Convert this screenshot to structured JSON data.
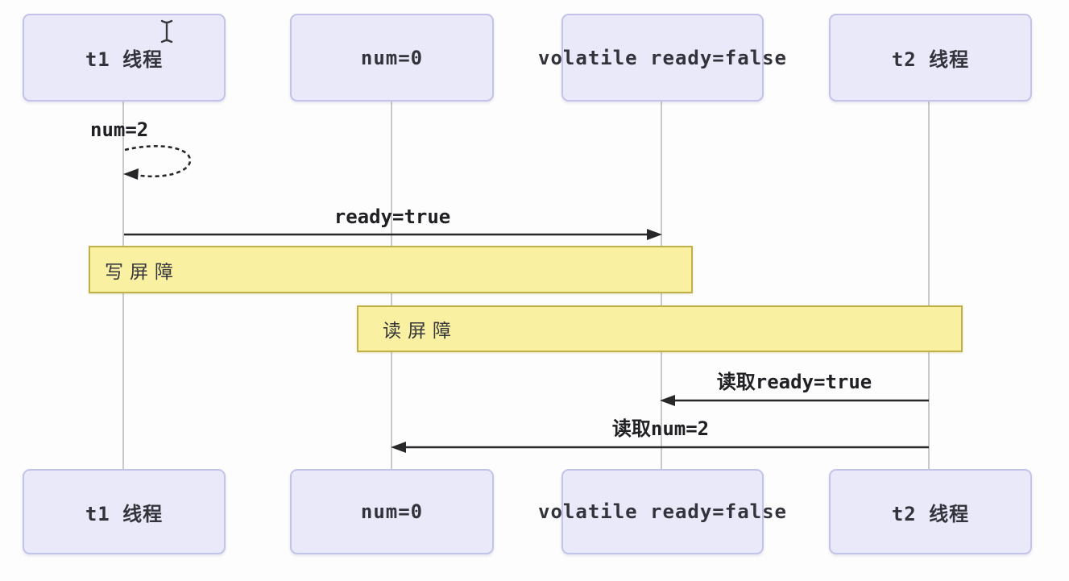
{
  "diagram": {
    "type": "sequence",
    "participants": [
      {
        "id": "t1",
        "label": "t1 线程"
      },
      {
        "id": "num",
        "label": "num=0"
      },
      {
        "id": "ready",
        "label": "volatile ready=false"
      },
      {
        "id": "t2",
        "label": "t2 线程"
      }
    ],
    "self_message": {
      "from": "t1",
      "label": "num=2",
      "style": "dashed-loop"
    },
    "messages": [
      {
        "from": "t1",
        "to": "ready",
        "label": "ready=true",
        "direction": "right",
        "style": "solid"
      },
      {
        "from": "t2",
        "to": "ready",
        "label": "读取ready=true",
        "direction": "left",
        "style": "solid"
      },
      {
        "from": "t2",
        "to": "num",
        "label": "读取num=2",
        "direction": "left",
        "style": "solid"
      }
    ],
    "barriers": [
      {
        "id": "write-barrier",
        "label": "写屏障"
      },
      {
        "id": "read-barrier",
        "label": "读屏障"
      }
    ],
    "cursor": {
      "icon": "text-ibeam-cursor"
    },
    "colors": {
      "participant_fill": "#e9e9fa",
      "participant_border": "#c3c3ea",
      "barrier_fill": "#f9f1a1",
      "barrier_border": "#bfb148",
      "lifeline": "#c9c9c9",
      "arrow_ink": "#28282a",
      "background": "#fdfdfd"
    }
  }
}
